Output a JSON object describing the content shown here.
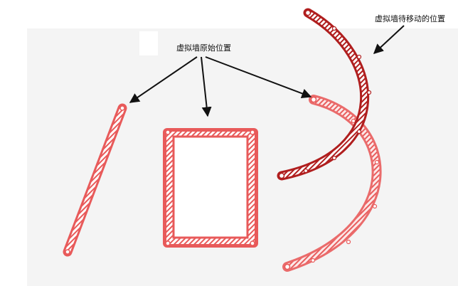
{
  "labels": {
    "original_position": "虚拟墙原始位置",
    "pending_move_position": "虚拟墙待移动的位置"
  },
  "colors": {
    "original_wall": "#e85a5a",
    "original_wall_light": "#f08080",
    "moving_wall": "#b01e1e",
    "arrow": "#111111",
    "background": "#f4f4f4"
  },
  "walls": [
    {
      "name": "straight-wall",
      "state": "original"
    },
    {
      "name": "rectangle-wall",
      "state": "original"
    },
    {
      "name": "arc-wall-original",
      "state": "original"
    },
    {
      "name": "arc-wall-moving",
      "state": "pending-move"
    }
  ]
}
